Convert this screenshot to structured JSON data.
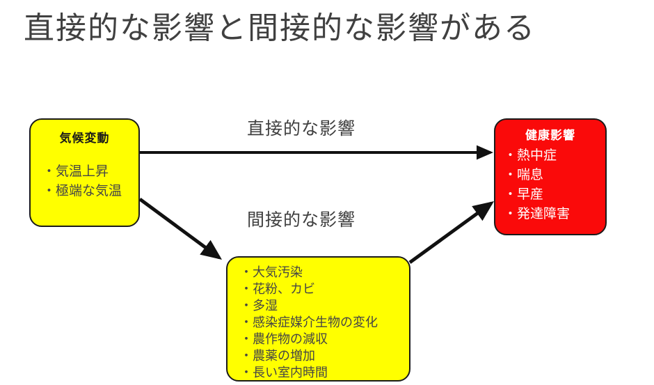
{
  "slide": {
    "title": "直接的な影響と間接的な影響がある",
    "background_color": "#FFFFFF"
  },
  "colors": {
    "box_yellow": "#FFFF00",
    "box_red": "#FA0A0A",
    "outline": "#1A1A1A",
    "text_dark": "#454545",
    "text_white": "#FFFFFF",
    "title_text": "#404040"
  },
  "nodes": {
    "climate": {
      "heading": "気候変動",
      "fill": "#FFFF00",
      "bullets": [
        "・気温上昇",
        "・極端な気温"
      ]
    },
    "factors": {
      "heading": "",
      "fill": "#FFFF00",
      "bullets": [
        "・大気汚染",
        "・花粉、カビ",
        "・多湿",
        "・感染症媒介生物の変化",
        "・農作物の減収",
        "・農薬の増加",
        "・長い室内時間"
      ]
    },
    "health": {
      "heading": "健康影響",
      "fill": "#FA0A0A",
      "bullets": [
        "・熱中症",
        "・喘息",
        "・早産",
        "・発達障害"
      ]
    }
  },
  "edges": {
    "direct": {
      "label": "直接的な影響",
      "from": "climate",
      "to": "health"
    },
    "indirect": {
      "label": "間接的な影響",
      "from": "climate",
      "via": "factors",
      "to": "health"
    }
  }
}
